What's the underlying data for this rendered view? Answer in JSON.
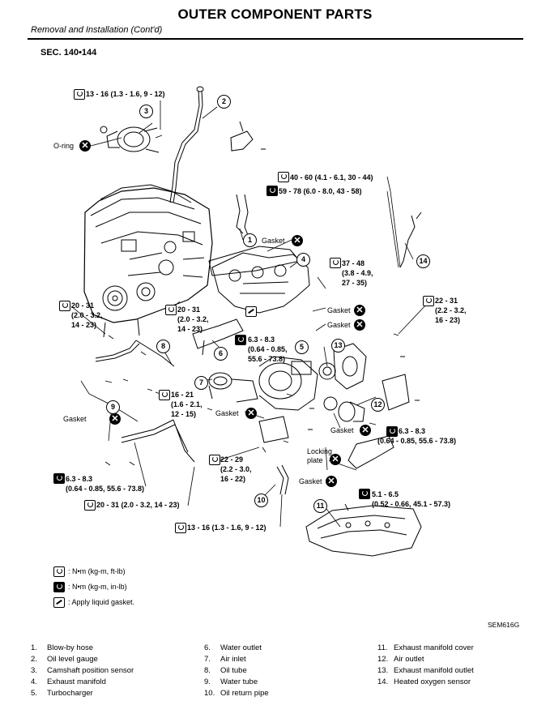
{
  "header": {
    "title": "OUTER COMPONENT PARTS",
    "subtitle": "Removal and Installation (Cont'd)",
    "section": "SEC. 140•144"
  },
  "callouts": {
    "t1": "13 - 16 (1.3 - 1.6, 9 - 12)",
    "oring": "O-ring",
    "t2": "40 - 60 (4.1 - 6.1, 30 - 44)",
    "t3": "59 - 78 (6.0 - 8.0, 43 - 58)",
    "gasket": "Gasket",
    "t4a": "37 - 48",
    "t4b": "(3.8 - 4.9,",
    "t4c": "27 - 35)",
    "t5a": "20 - 31",
    "t5b": "(2.0 - 3.2,",
    "t5c": "14 - 23)",
    "t6a": "20 - 31",
    "t6b": "(2.0 - 3.2,",
    "t6c": "14 - 23)",
    "t7a": "22 - 31",
    "t7b": "(2.2 - 3.2,",
    "t7c": "16 - 23)",
    "t8a": "6.3 - 8.3",
    "t8b": "(0.64 - 0.85,",
    "t8c": "55.6 - 73.8)",
    "t9a": "16 - 21",
    "t9b": "(1.6 - 2.1,",
    "t9c": "12 - 15)",
    "t10a": "6.3 - 8.3",
    "t10b": "(0.64 - 0.85, 55.6 - 73.8)",
    "t11a": "22 - 29",
    "t11b": "(2.2 - 3.0,",
    "t11c": "16 - 22)",
    "t12a": "6.3 - 8.3",
    "t12b": "(0.64 - 0.85, 55.6 - 73.8)",
    "locking_a": "Locking",
    "locking_b": "plate",
    "t13a": "5.1 - 6.5",
    "t13b": "(0.52 - 0.66, 45.1 - 57.3)",
    "t14": "20 - 31 (2.0 - 3.2, 14 - 23)",
    "t15": "13 - 16 (1.3 - 1.6, 9 - 12)"
  },
  "numbers": [
    "1",
    "2",
    "3",
    "4",
    "5",
    "6",
    "7",
    "8",
    "9",
    "10",
    "11",
    "12",
    "13",
    "14"
  ],
  "legend": {
    "nm_ftlb": ": N•m (kg-m, ft-lb)",
    "nm_inlb": ": N•m (kg-m, in-lb)",
    "gasket_note": ": Apply liquid gasket."
  },
  "figure_code": "SEM616G",
  "parts": [
    {
      "n": "1.",
      "name": "Blow-by hose"
    },
    {
      "n": "2.",
      "name": "Oil level gauge"
    },
    {
      "n": "3.",
      "name": "Camshaft position sensor"
    },
    {
      "n": "4.",
      "name": "Exhaust manifold"
    },
    {
      "n": "5.",
      "name": "Turbocharger"
    },
    {
      "n": "6.",
      "name": "Water outlet"
    },
    {
      "n": "7.",
      "name": "Air inlet"
    },
    {
      "n": "8.",
      "name": "Oil tube"
    },
    {
      "n": "9.",
      "name": "Water tube"
    },
    {
      "n": "10.",
      "name": "Oil return pipe"
    },
    {
      "n": "11.",
      "name": "Exhaust manifold cover"
    },
    {
      "n": "12.",
      "name": "Air outlet"
    },
    {
      "n": "13.",
      "name": "Exhaust manifold outlet"
    },
    {
      "n": "14.",
      "name": "Heated oxygen sensor"
    }
  ]
}
